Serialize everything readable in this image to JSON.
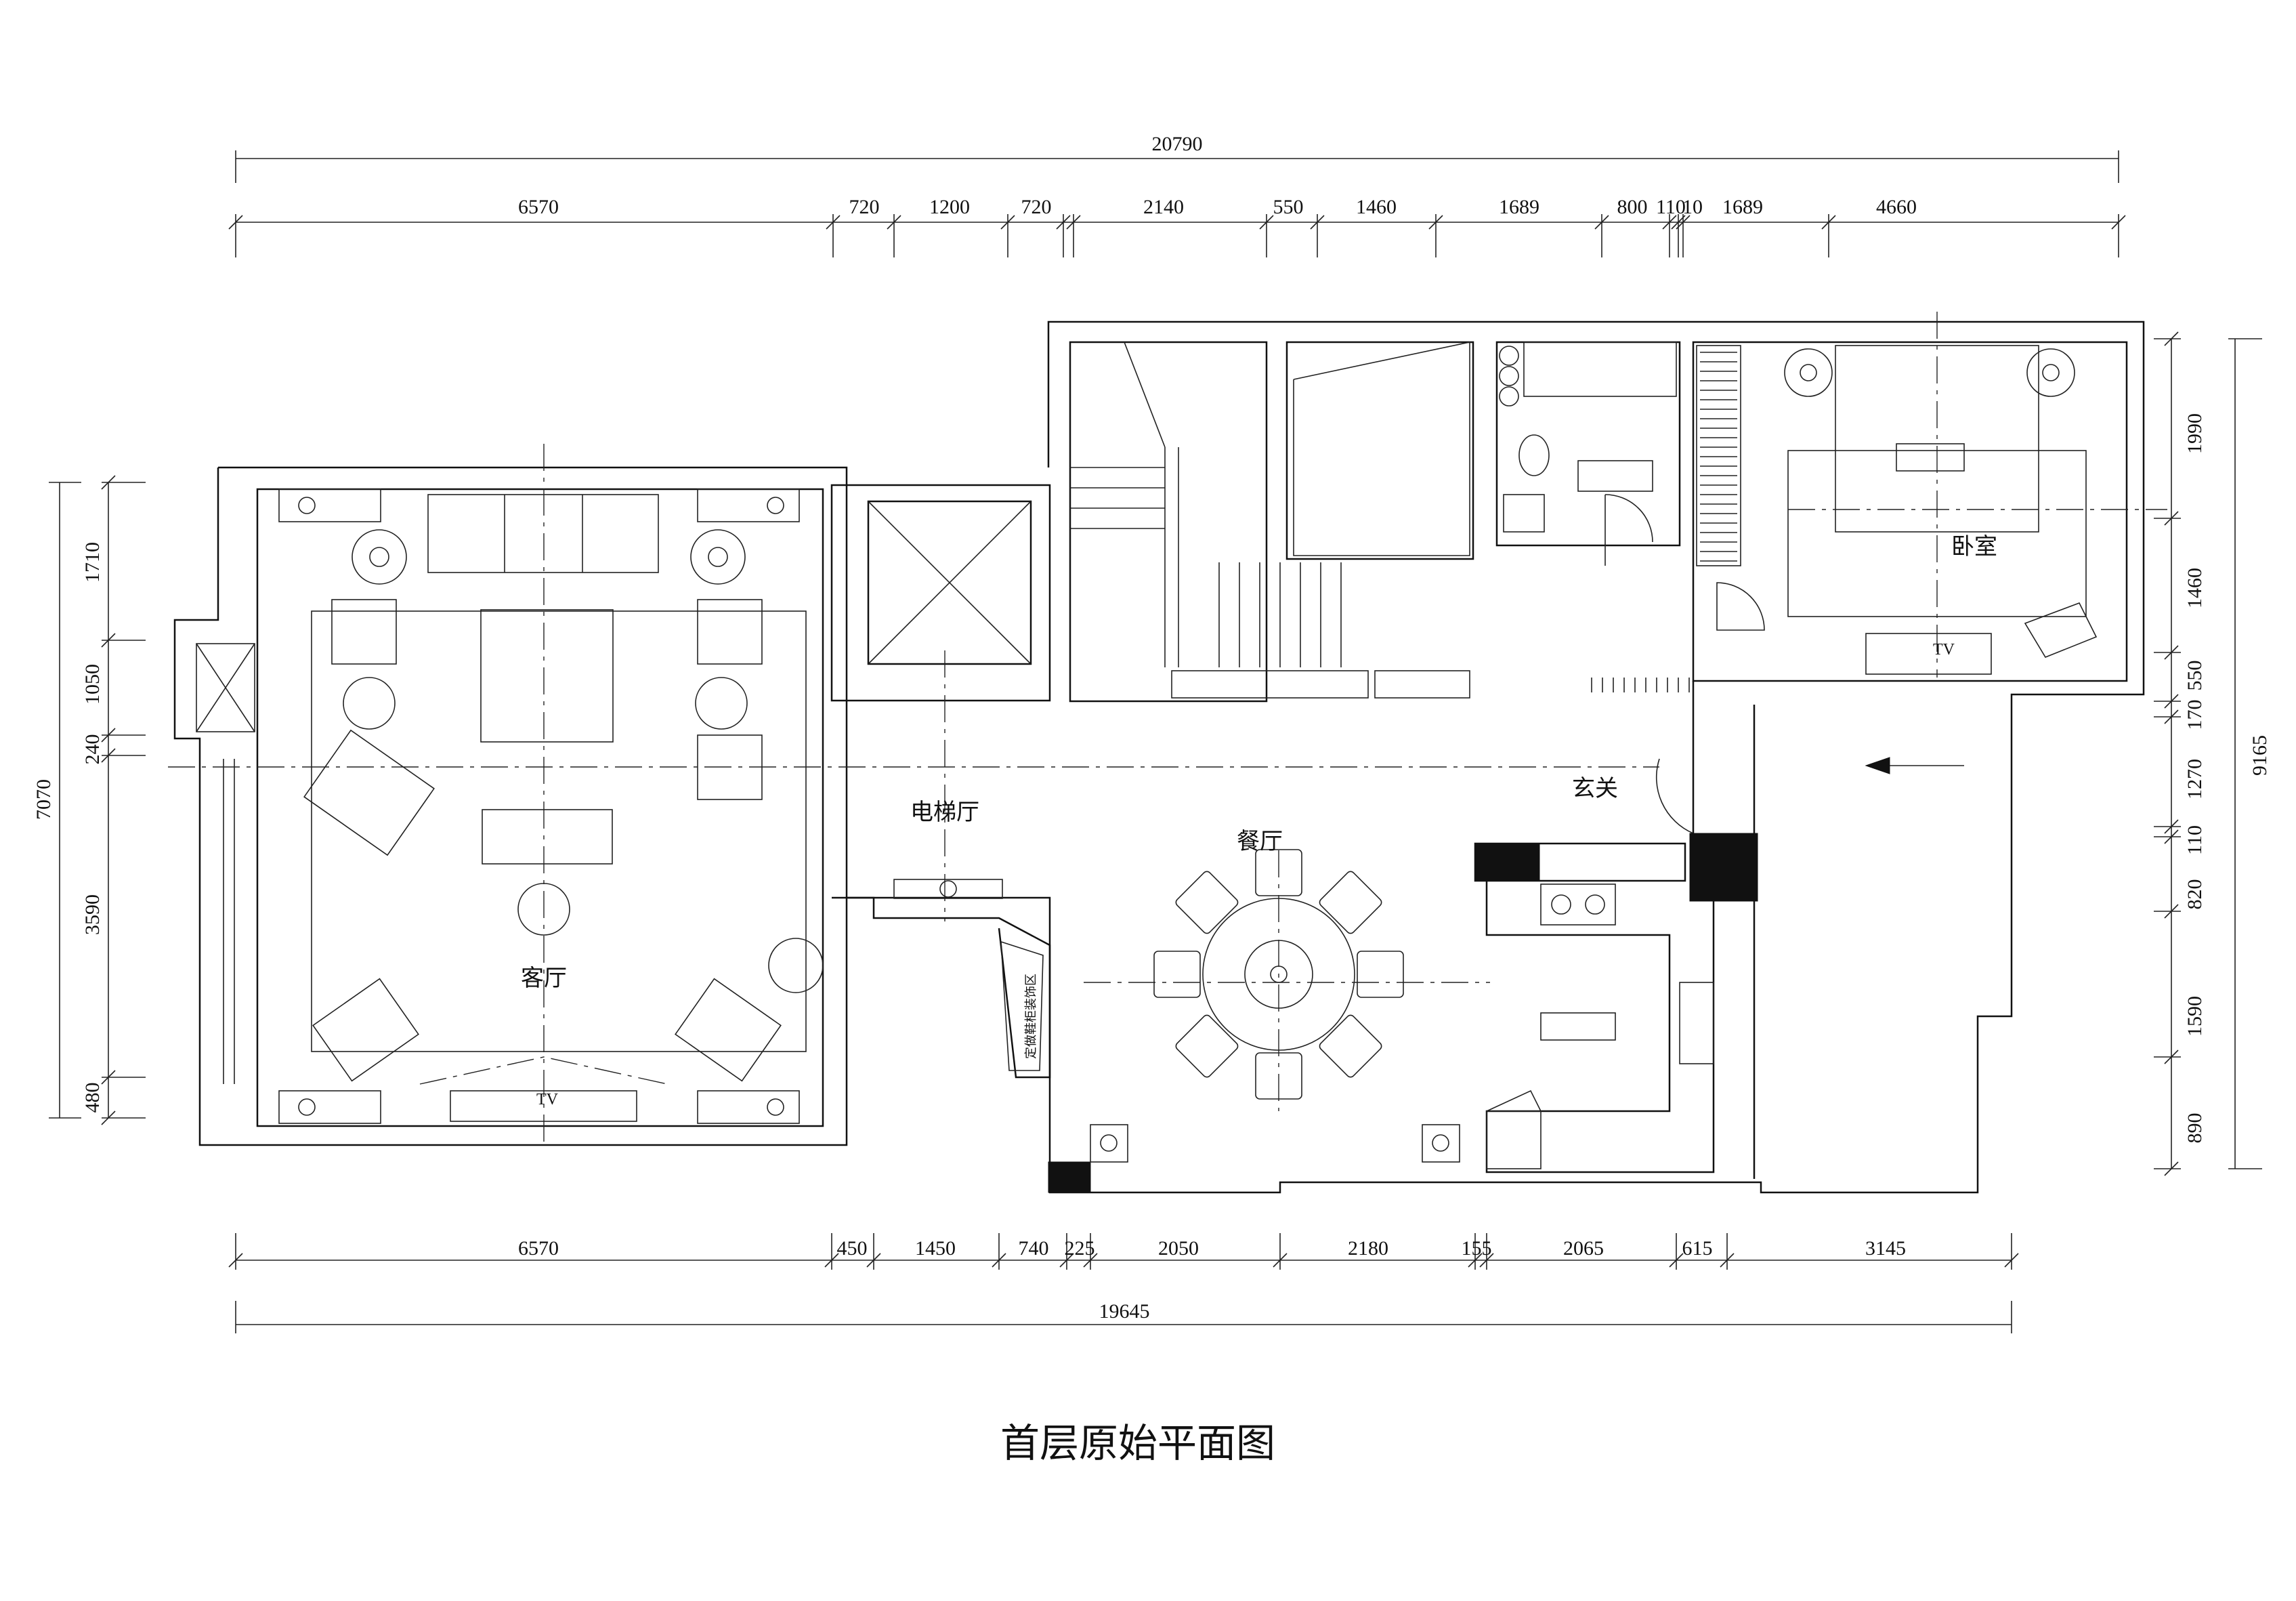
{
  "title": "首层原始平面图",
  "rooms": {
    "living": "客厅",
    "elevator_hall": "电梯厅",
    "dining": "餐厅",
    "entrance": "玄关",
    "bedroom": "卧室",
    "tv_living": "TV",
    "tv_bedroom": "TV",
    "cabinet": "定做鞋柜装饰区"
  },
  "dimensions": {
    "top_total": "20790",
    "top": [
      "6570",
      "720",
      "1200",
      "720",
      "2140",
      "550",
      "1460",
      "1689",
      "800",
      "110",
      "10",
      "1689",
      "4660"
    ],
    "bottom": [
      "6570",
      "450",
      "1450",
      "740",
      "225",
      "2050",
      "2180",
      "155",
      "2065",
      "615",
      "3145"
    ],
    "bottom_total": "19645",
    "left_total": "7070",
    "left": [
      "1710",
      "1050",
      "240",
      "3590",
      "480"
    ],
    "right_total": "9165",
    "right": [
      "1990",
      "1460",
      "550",
      "170",
      "1270",
      "110",
      "820",
      "1590",
      "890"
    ]
  }
}
